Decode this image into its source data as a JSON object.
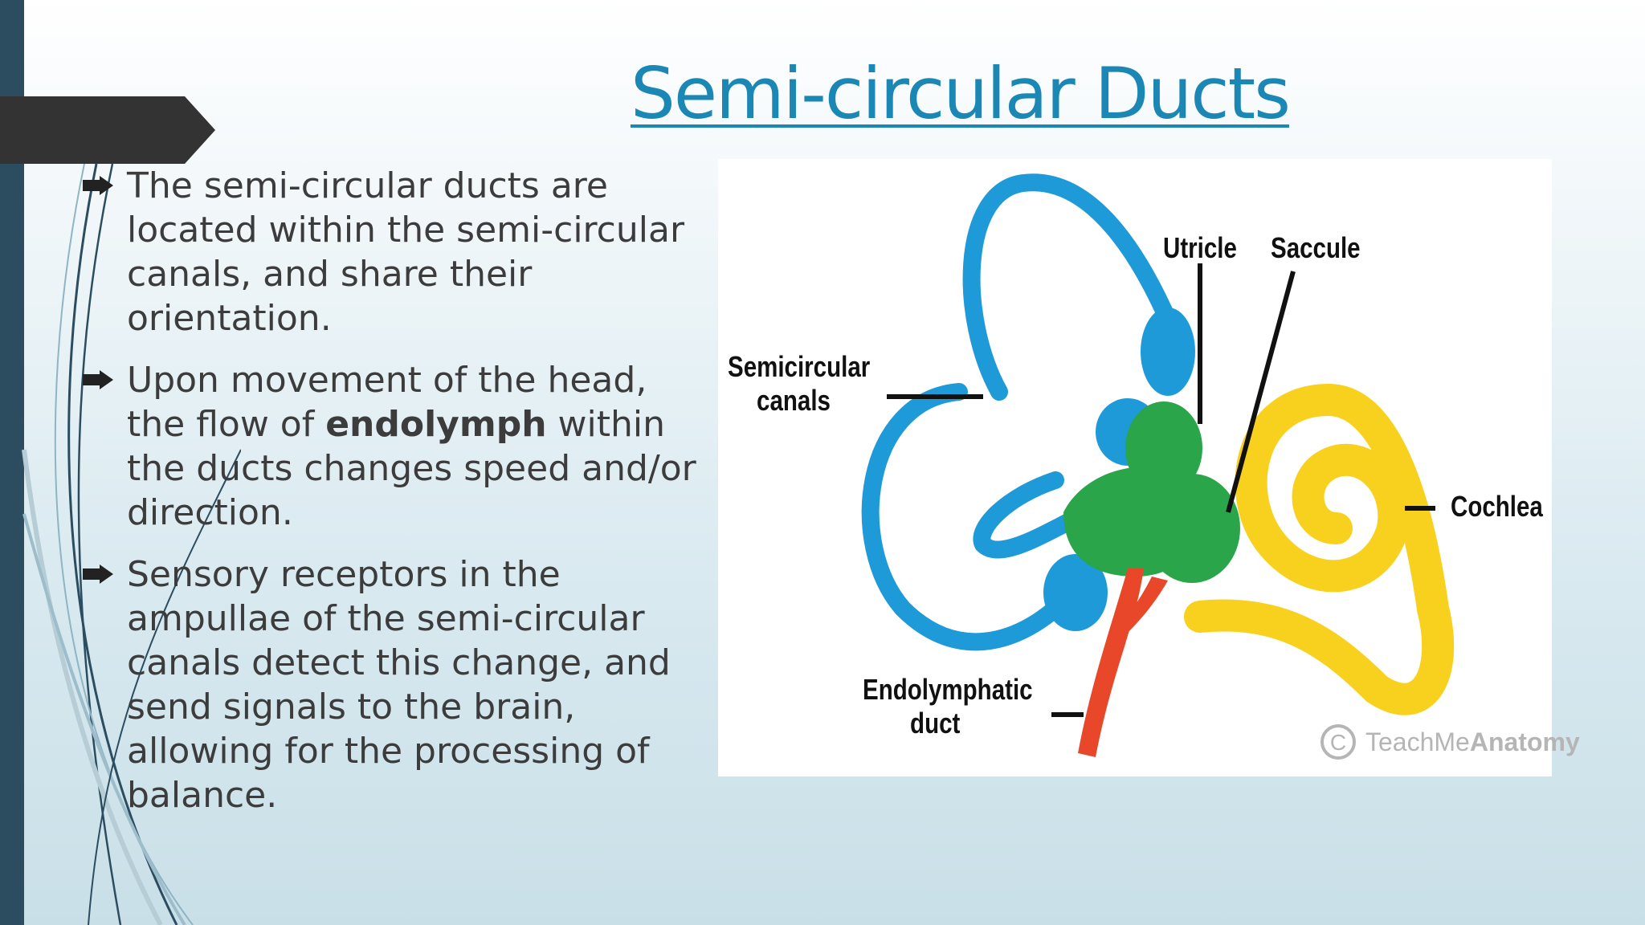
{
  "slide": {
    "title": "Semi-circular Ducts",
    "bullets": [
      {
        "text": "The semi-circular ducts are located within the semi-circular canals, and share their orientation."
      },
      {
        "pre": "Upon movement of the head, the flow of ",
        "bold": "endolymph",
        "post": " within the ducts changes speed and/or direction."
      },
      {
        "text": "Sensory receptors in the ampullae of the semi-circular canals detect this change, and send signals to the brain, allowing for the processing of balance."
      }
    ]
  },
  "figure": {
    "labels": {
      "semicircular_canals_1": "Semicircular",
      "semicircular_canals_2": "canals",
      "utricle": "Utricle",
      "saccule": "Saccule",
      "cochlea": "Cochlea",
      "endolymphatic_duct_1": "Endolymphatic",
      "endolymphatic_duct_2": "duct"
    },
    "watermark": {
      "symbol": "C",
      "text_light": "TeachMe",
      "text_bold": "Anatomy"
    },
    "colors": {
      "canals": "#1e9ad8",
      "utricle_saccule": "#2aa54a",
      "cochlea": "#f7d11e",
      "endolymphatic_duct": "#e8472a"
    }
  },
  "theme": {
    "title_color": "#1b87b5",
    "left_bar_color": "#2c4c60",
    "tab_color": "#333333"
  }
}
